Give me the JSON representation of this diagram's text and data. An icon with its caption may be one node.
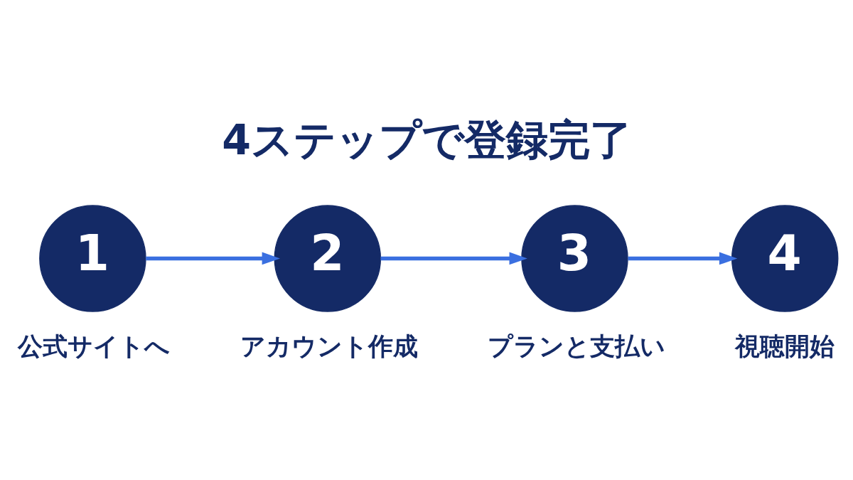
{
  "diagram": {
    "title": "4ステップで登録完了",
    "nodes": [
      {
        "text": [
          "1"
        ],
        "beside": [
          "公式サイトへ"
        ]
      },
      {
        "text": [
          "2"
        ],
        "beside": [
          "アカウント作成"
        ]
      },
      {
        "text": [
          "3"
        ],
        "beside": [
          "プランと支払い"
        ]
      },
      {
        "text": [
          "4"
        ],
        "beside": [
          "視聴開始"
        ]
      }
    ],
    "edges": [
      {
        "from": 0,
        "to": 1,
        "arrow": "to"
      },
      {
        "from": 1,
        "to": 2,
        "arrow": "to"
      },
      {
        "from": 2,
        "to": 3,
        "arrow": "to"
      }
    ]
  }
}
